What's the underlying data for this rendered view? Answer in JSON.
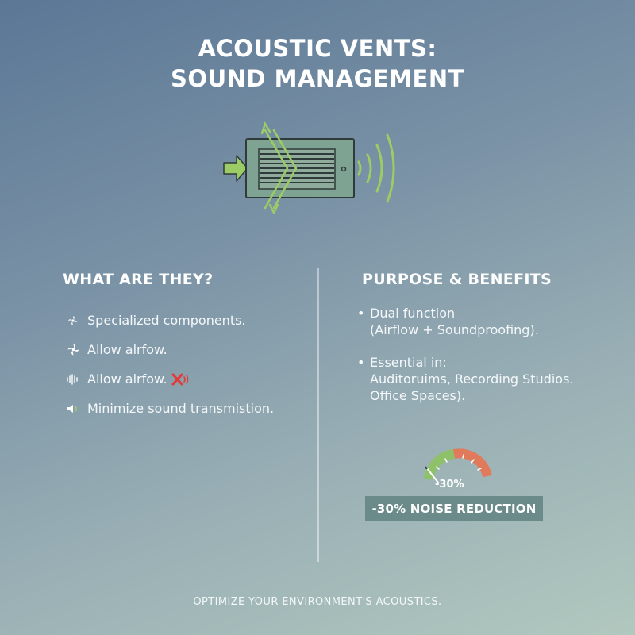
{
  "title": {
    "line1": "ACOUSTIC VENTS:",
    "line2": "SOUND MANAGEMENT"
  },
  "hero_icons": [
    "airflow-arrow-icon",
    "vent-grille-icon",
    "sound-wave-icon"
  ],
  "left": {
    "heading": "WHAT ARE THEY?",
    "items": [
      {
        "icon": "fan-icon",
        "text": "Specialized components."
      },
      {
        "icon": "fan-icon",
        "text": "Allow alrfow."
      },
      {
        "icon": "sound-wave-icon",
        "text": "Allow alrfow.",
        "after_icon": "muted-speaker-icon"
      },
      {
        "icon": "speaker-icon",
        "text": "Minimize sound transmistion."
      }
    ]
  },
  "right": {
    "heading": "PURPOSE & BENEFITS",
    "bullet": "•",
    "items": [
      {
        "lines": [
          "Dual function",
          "(Airflow + Soundproofing)."
        ]
      },
      {
        "lines": [
          "Essential in:",
          "Auditoruims, Recording Studios.",
          "Office Spaces)."
        ]
      }
    ]
  },
  "gauge": {
    "value_label": "-30%",
    "value_percent": -30,
    "colors": {
      "low": "#8fc06a",
      "high": "#e07a5a"
    }
  },
  "badge": "-30% NOISE REDUCTION",
  "footer": "OPTIMIZE YOUR ENVIRONMENT'S ACOUSTICS.",
  "colors": {
    "accent_green": "#9ccc65",
    "vent_fill": "#7fa392",
    "badge_bg": "#6b8a8a",
    "mute_red": "#e53935"
  }
}
